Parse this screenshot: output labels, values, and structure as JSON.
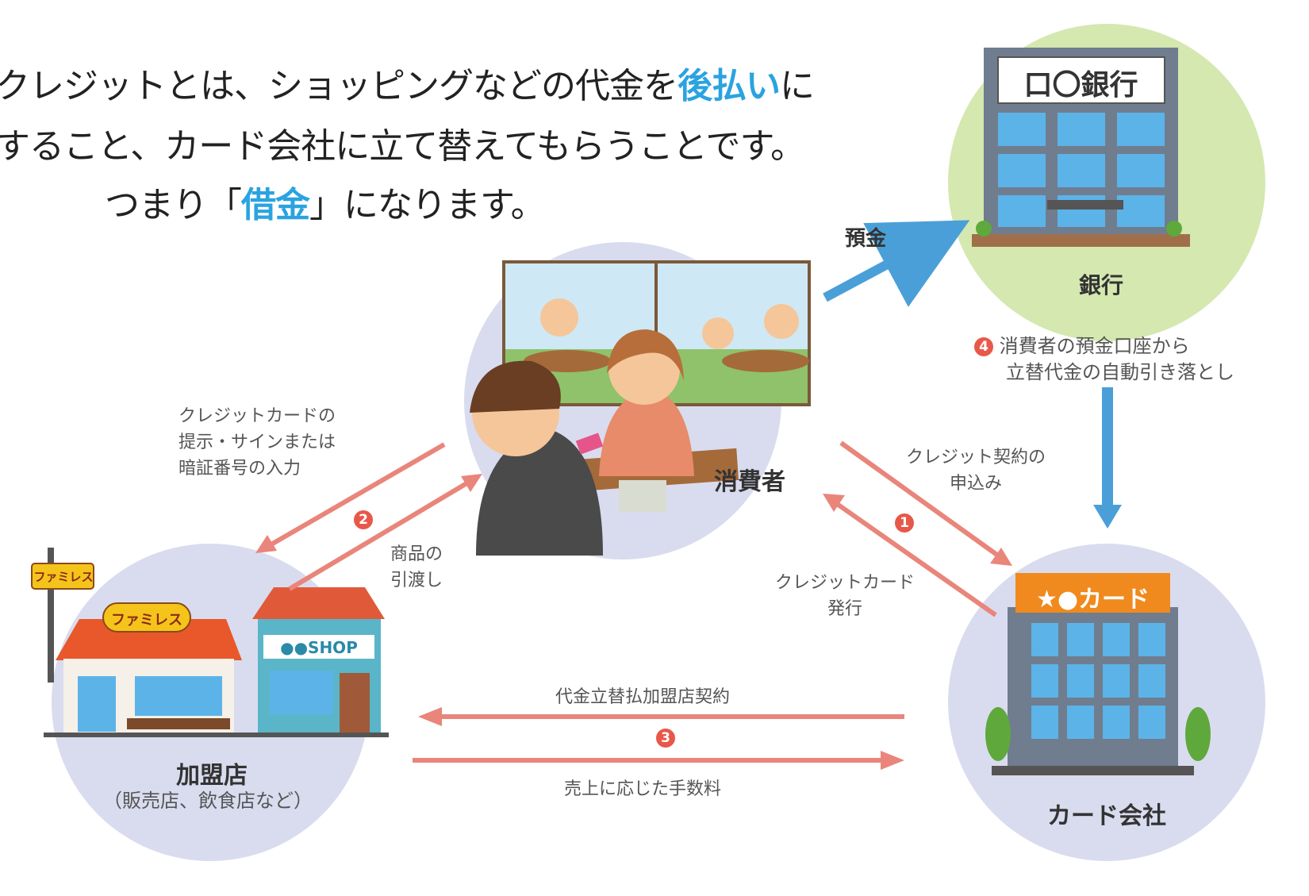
{
  "intro": {
    "line1_before": "クレジットとは、ショッピングなどの代金を",
    "line1_em": "後払い",
    "line1_after": "に",
    "line2": "すること、カード会社に立て替えてもらうことです。",
    "line3_before": "つまり「",
    "line3_em": "借金",
    "line3_after": "」になります。"
  },
  "nodes": {
    "bank": {
      "label": "銀行",
      "sign": "口〇銀行"
    },
    "consumer": {
      "label": "消費者"
    },
    "card_company": {
      "label": "カード会社",
      "sign": "★●カード"
    },
    "merchant": {
      "label": "加盟店",
      "sublabel": "（販売店、飲食店など）",
      "sign1": "ファミレス",
      "sign2": "ファミレス",
      "shop_sign": "●●SHOP"
    }
  },
  "flows": {
    "deposit": "預金",
    "step4_num": "4",
    "step4_line1": "消費者の預金口座から",
    "step4_line2": "立替代金の自動引き落とし",
    "step1_num": "1",
    "apply_line1": "クレジット契約の",
    "apply_line2": "申込み",
    "issue_line1": "クレジットカード",
    "issue_line2": "発行",
    "step2_num": "2",
    "present_line1": "クレジットカードの",
    "present_line2": "提示・サインまたは",
    "present_line3": "暗証番号の入力",
    "deliver_line1": "商品の",
    "deliver_line2": "引渡し",
    "step3_num": "3",
    "contract": "代金立替払加盟店契約",
    "fee": "売上に応じた手数料"
  },
  "colors": {
    "arrow_blue": "#4a9fd8",
    "arrow_red": "#e9857a",
    "badge_red": "#e8584a",
    "circle_green": "#d4e8b0",
    "circle_lavender": "#d9dcef",
    "accent_text": "#2aa3e0"
  }
}
